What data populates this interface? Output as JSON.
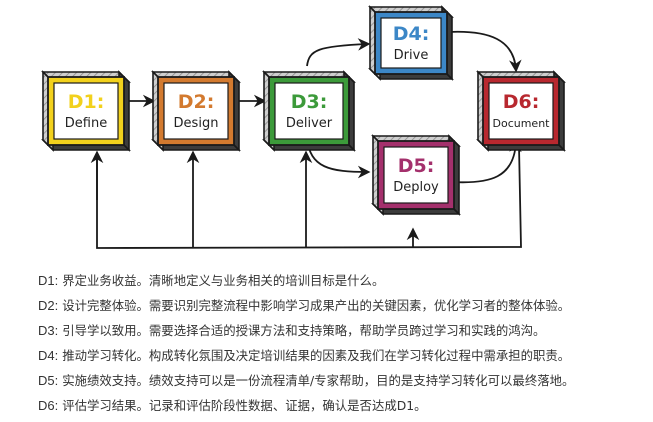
{
  "palette": {
    "ink": "#1a1a1a",
    "cube_top": "#c8c8c8",
    "cube_side": "#3c3c3c",
    "hatch": "#bcbcbc",
    "d1": "#f2d11d",
    "d2": "#d37a2f",
    "d3": "#3c9a3a",
    "d4": "#3c87c7",
    "d5": "#a4306c",
    "d6": "#b8282f"
  },
  "boxes": [
    {
      "id": "d1",
      "code": "D1:",
      "label": "Define",
      "color_key": "d1"
    },
    {
      "id": "d2",
      "code": "D2:",
      "label": "Design",
      "color_key": "d2"
    },
    {
      "id": "d3",
      "code": "D3:",
      "label": "Deliver",
      "color_key": "d3"
    },
    {
      "id": "d4",
      "code": "D4:",
      "label": "Drive",
      "color_key": "d4"
    },
    {
      "id": "d5",
      "code": "D5:",
      "label": "Deploy",
      "color_key": "d5"
    },
    {
      "id": "d6",
      "code": "D6:",
      "label": "Document",
      "color_key": "d6"
    }
  ],
  "notes": [
    {
      "code": "D1:",
      "text": "界定业务收益。清晰地定义与业务相关的培训目标是什么。"
    },
    {
      "code": "D2:",
      "text": "设计完整体验。需要识别完整流程中影响学习成果产出的关键因素，优化学习者的整体体验。"
    },
    {
      "code": "D3:",
      "text": "引导学以致用。需要选择合适的授课方法和支持策略，帮助学员跨过学习和实践的鸿沟。"
    },
    {
      "code": "D4:",
      "text": "推动学习转化。构成转化氛围及决定培训结果的因素及我们在学习转化过程中需承担的职责。"
    },
    {
      "code": "D5:",
      "text": "实施绩效支持。绩效支持可以是一份流程清单/专家帮助，目的是支持学习转化可以最终落地。"
    },
    {
      "code": "D6:",
      "text": "评估学习结果。记录和评估阶段性数据、证据，确认是否达成D1。"
    }
  ]
}
